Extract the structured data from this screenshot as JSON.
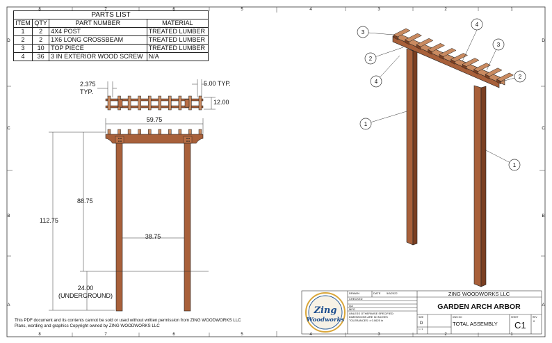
{
  "parts_list": {
    "title": "PARTS LIST",
    "headers": [
      "ITEM",
      "QTY",
      "PART NUMBER",
      "MATERIAL"
    ],
    "rows": [
      {
        "item": "1",
        "qty": "2",
        "part": "4X4 POST",
        "material": "TREATED LUMBER"
      },
      {
        "item": "2",
        "qty": "2",
        "part": "1X6 LONG CROSSBEAM",
        "material": "TREATED LUMBER"
      },
      {
        "item": "3",
        "qty": "10",
        "part": "TOP PIECE",
        "material": "TREATED LUMBER"
      },
      {
        "item": "4",
        "qty": "36",
        "part": "3 IN EXTERIOR WOOD SCREW",
        "material": "N/A"
      }
    ]
  },
  "border": {
    "columns": [
      "8",
      "7",
      "6",
      "5",
      "4",
      "3",
      "2",
      "1"
    ],
    "rows": [
      "D",
      "C",
      "B",
      "A"
    ]
  },
  "dimensions": {
    "spacing": "2.375",
    "spacing_typ": "TYP.",
    "width_top": "5.00 TYP.",
    "depth": "12.00",
    "overall_width": "59.75",
    "above_ground_height": "88.75",
    "total_height": "112.75",
    "post_spacing": "38.75",
    "underground": "24.00",
    "underground_label": "(UNDERGROUND)"
  },
  "balloons": {
    "b3a": "3",
    "b4a": "4",
    "b2a": "2",
    "b3b": "3",
    "b4b": "4",
    "b2b": "2",
    "b1a": "1",
    "b1b": "1"
  },
  "notice": {
    "line1": "This PDF document and its contents cannot be sold or used without written permission from ZING WOODWORKS LLC",
    "line2": "Plans, wording and graphics Copyright owned by ZING WOODWORKS LLC"
  },
  "logo": {
    "line1": "Zing",
    "line2": "Woodworks"
  },
  "title_block": {
    "company": "ZING WOODWORKS LLC",
    "title": "GARDEN ARCH ARBOR",
    "drawn": "DRAWN",
    "date": "DATE",
    "date_value": "5/5/2022",
    "checked": "CHECKED",
    "qa": "QA",
    "mfg": "MFG",
    "tolerance1": "UNLESS OTHERWISE SPECIFIED:",
    "tolerance2": "DIMENSIONS ARE IN INCHES",
    "tolerance3": "TOLERANCES: ± 0.0625 in",
    "size_label": "SIZE",
    "size": "D",
    "dwg_label": "DWG NO",
    "dwg_no": "TOTAL ASSEMBLY",
    "sheet_label": "SHEET",
    "sheet_no": "C1",
    "rev_label": "REV",
    "rev": "0",
    "scale": "1 / 1"
  },
  "colors": {
    "wood": "#a8603a",
    "wood_light": "#c98a60",
    "wood_dark": "#7a3f22",
    "line": "#222222"
  }
}
